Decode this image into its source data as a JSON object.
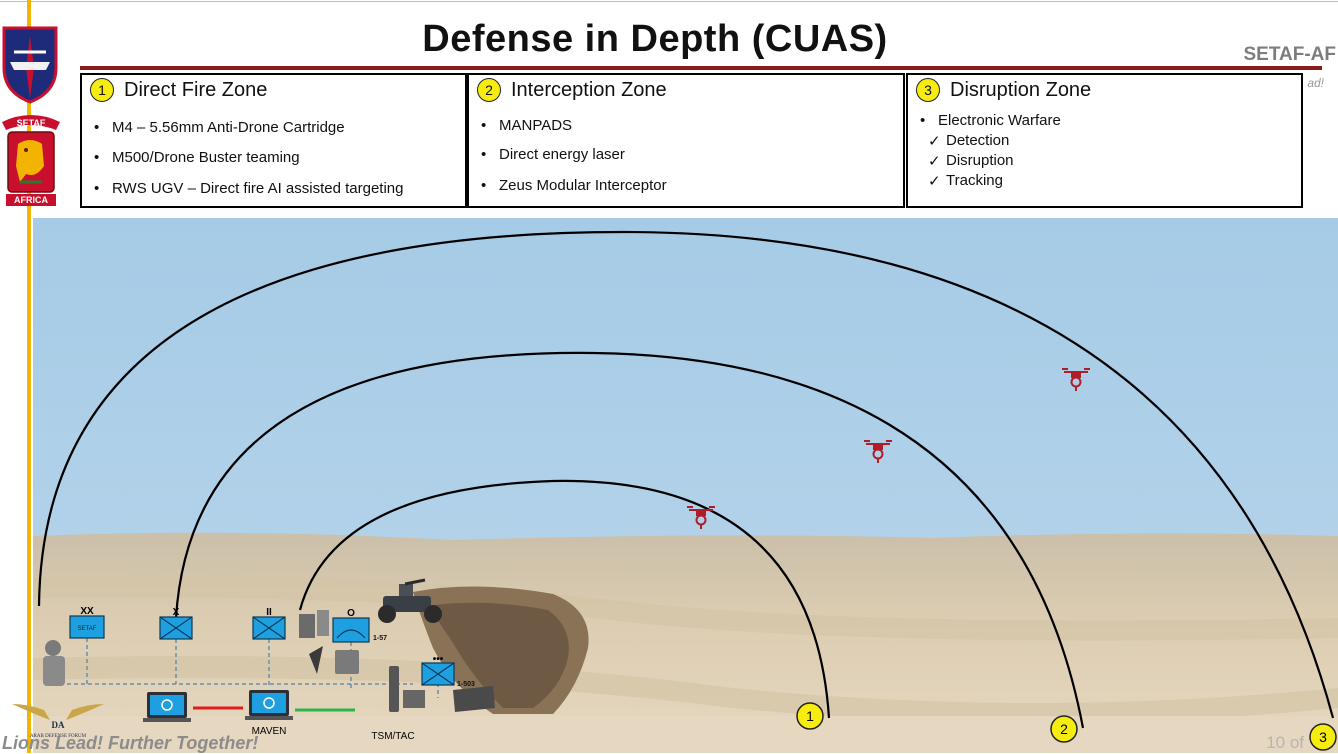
{
  "title": "Defense in Depth  (CUAS)",
  "org_tag": "SETAF-AF",
  "org_motto_fragment": "ad!",
  "logo_text": {
    "top": "SETAF",
    "bottom": "AFRICA"
  },
  "zones": [
    {
      "number": "1",
      "title": "Direct Fire Zone",
      "items": [
        {
          "text": "M4 – 5.56mm Anti-Drone Cartridge",
          "type": "bullet"
        },
        {
          "text": "M500/Drone Buster teaming",
          "type": "bullet"
        },
        {
          "text": "RWS UGV – Direct fire AI assisted targeting",
          "type": "bullet"
        }
      ]
    },
    {
      "number": "2",
      "title": "Interception Zone",
      "items": [
        {
          "text": "MANPADS",
          "type": "bullet"
        },
        {
          "text": "Direct energy laser",
          "type": "bullet"
        },
        {
          "text": "Zeus Modular Interceptor",
          "type": "bullet"
        }
      ]
    },
    {
      "number": "3",
      "title": "Disruption Zone",
      "items": [
        {
          "text": "Electronic Warfare",
          "type": "bullet"
        },
        {
          "text": "Detection",
          "type": "check"
        },
        {
          "text": "Disruption",
          "type": "check"
        },
        {
          "text": "Tracking",
          "type": "check"
        }
      ]
    }
  ],
  "arc_markers": [
    "1",
    "2",
    "3"
  ],
  "unit_symbols": [
    {
      "echelon": "XX",
      "label": "SETAF"
    },
    {
      "echelon": "X",
      "label": ""
    },
    {
      "echelon": "II",
      "label": ""
    },
    {
      "echelon": "O",
      "label": "1-57"
    },
    {
      "echelon": "•••",
      "label": "1-503"
    }
  ],
  "system_labels": {
    "maven": "MAVEN",
    "tsm": "TSM/TAC"
  },
  "forum_logo": {
    "mark": "DA",
    "text": "ARAB DEFENSE FORUM"
  },
  "footer": {
    "left": "Lions Lead! Further Together!",
    "right": "10 of"
  },
  "colors": {
    "accent": "#8b1a1a",
    "gold": "#f2b400",
    "marker": "#f7ec0f",
    "sky": "#a8cce6",
    "sand": "#d9c9ad",
    "unit": "#1ea0e0",
    "drone": "#b01c28"
  }
}
